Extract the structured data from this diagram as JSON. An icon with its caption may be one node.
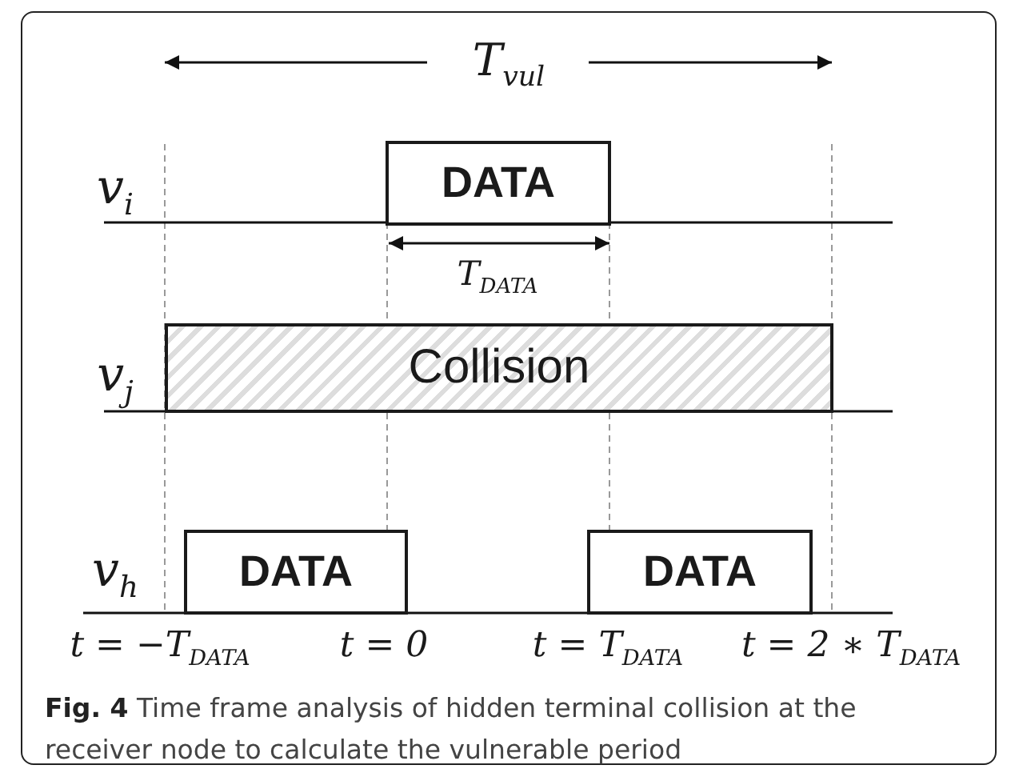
{
  "diagram": {
    "caption": "**Fig. 4** Time frame analysis of hidden terminal collision at the receiver node to calculate the vulnerable period",
    "nodes": [
      {
        "text": [
          "DATA"
        ]
      },
      {
        "text": [
          "Collision"
        ]
      },
      {
        "text": [
          "DATA"
        ]
      },
      {
        "text": [
          "DATA"
        ]
      }
    ],
    "labels": [
      "T$_{vul}$",
      "v$_{i}$",
      "T$_{DATA}$",
      "v$_{j}$",
      "v$_{h}$",
      "t = −T$_{DATA}$",
      "t = 0",
      "t = T$_{DATA}$",
      "t = 2 ∗ T$_{DATA}$"
    ]
  }
}
